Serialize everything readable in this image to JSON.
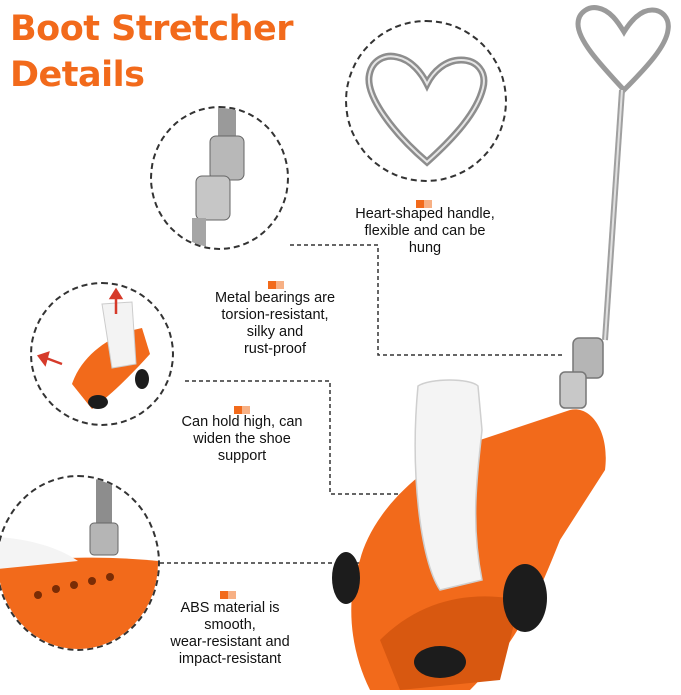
{
  "title": {
    "line1": "Boot Stretcher",
    "line2": "Details"
  },
  "colors": {
    "accent": "#f26a1b",
    "accent_light": "#f7b084",
    "text": "#111111",
    "dash": "#333333"
  },
  "features": [
    {
      "icon": "heart-handle-icon",
      "line1": "Heart-shaped handle,",
      "line2": "flexible and can be",
      "line3": "hung"
    },
    {
      "icon": "metal-bearing-icon",
      "line1": "Metal bearings are",
      "line2": "torsion-resistant,",
      "line3": "silky and",
      "line4": "rust-proof"
    },
    {
      "icon": "stretch-arrows-icon",
      "line1": "Can hold high, can",
      "line2": "widen the shoe",
      "line3": "support"
    },
    {
      "icon": "abs-shell-icon",
      "line1": "ABS material is",
      "line2": "smooth,",
      "line3": "wear-resistant and",
      "line4": "impact-resistant"
    }
  ]
}
